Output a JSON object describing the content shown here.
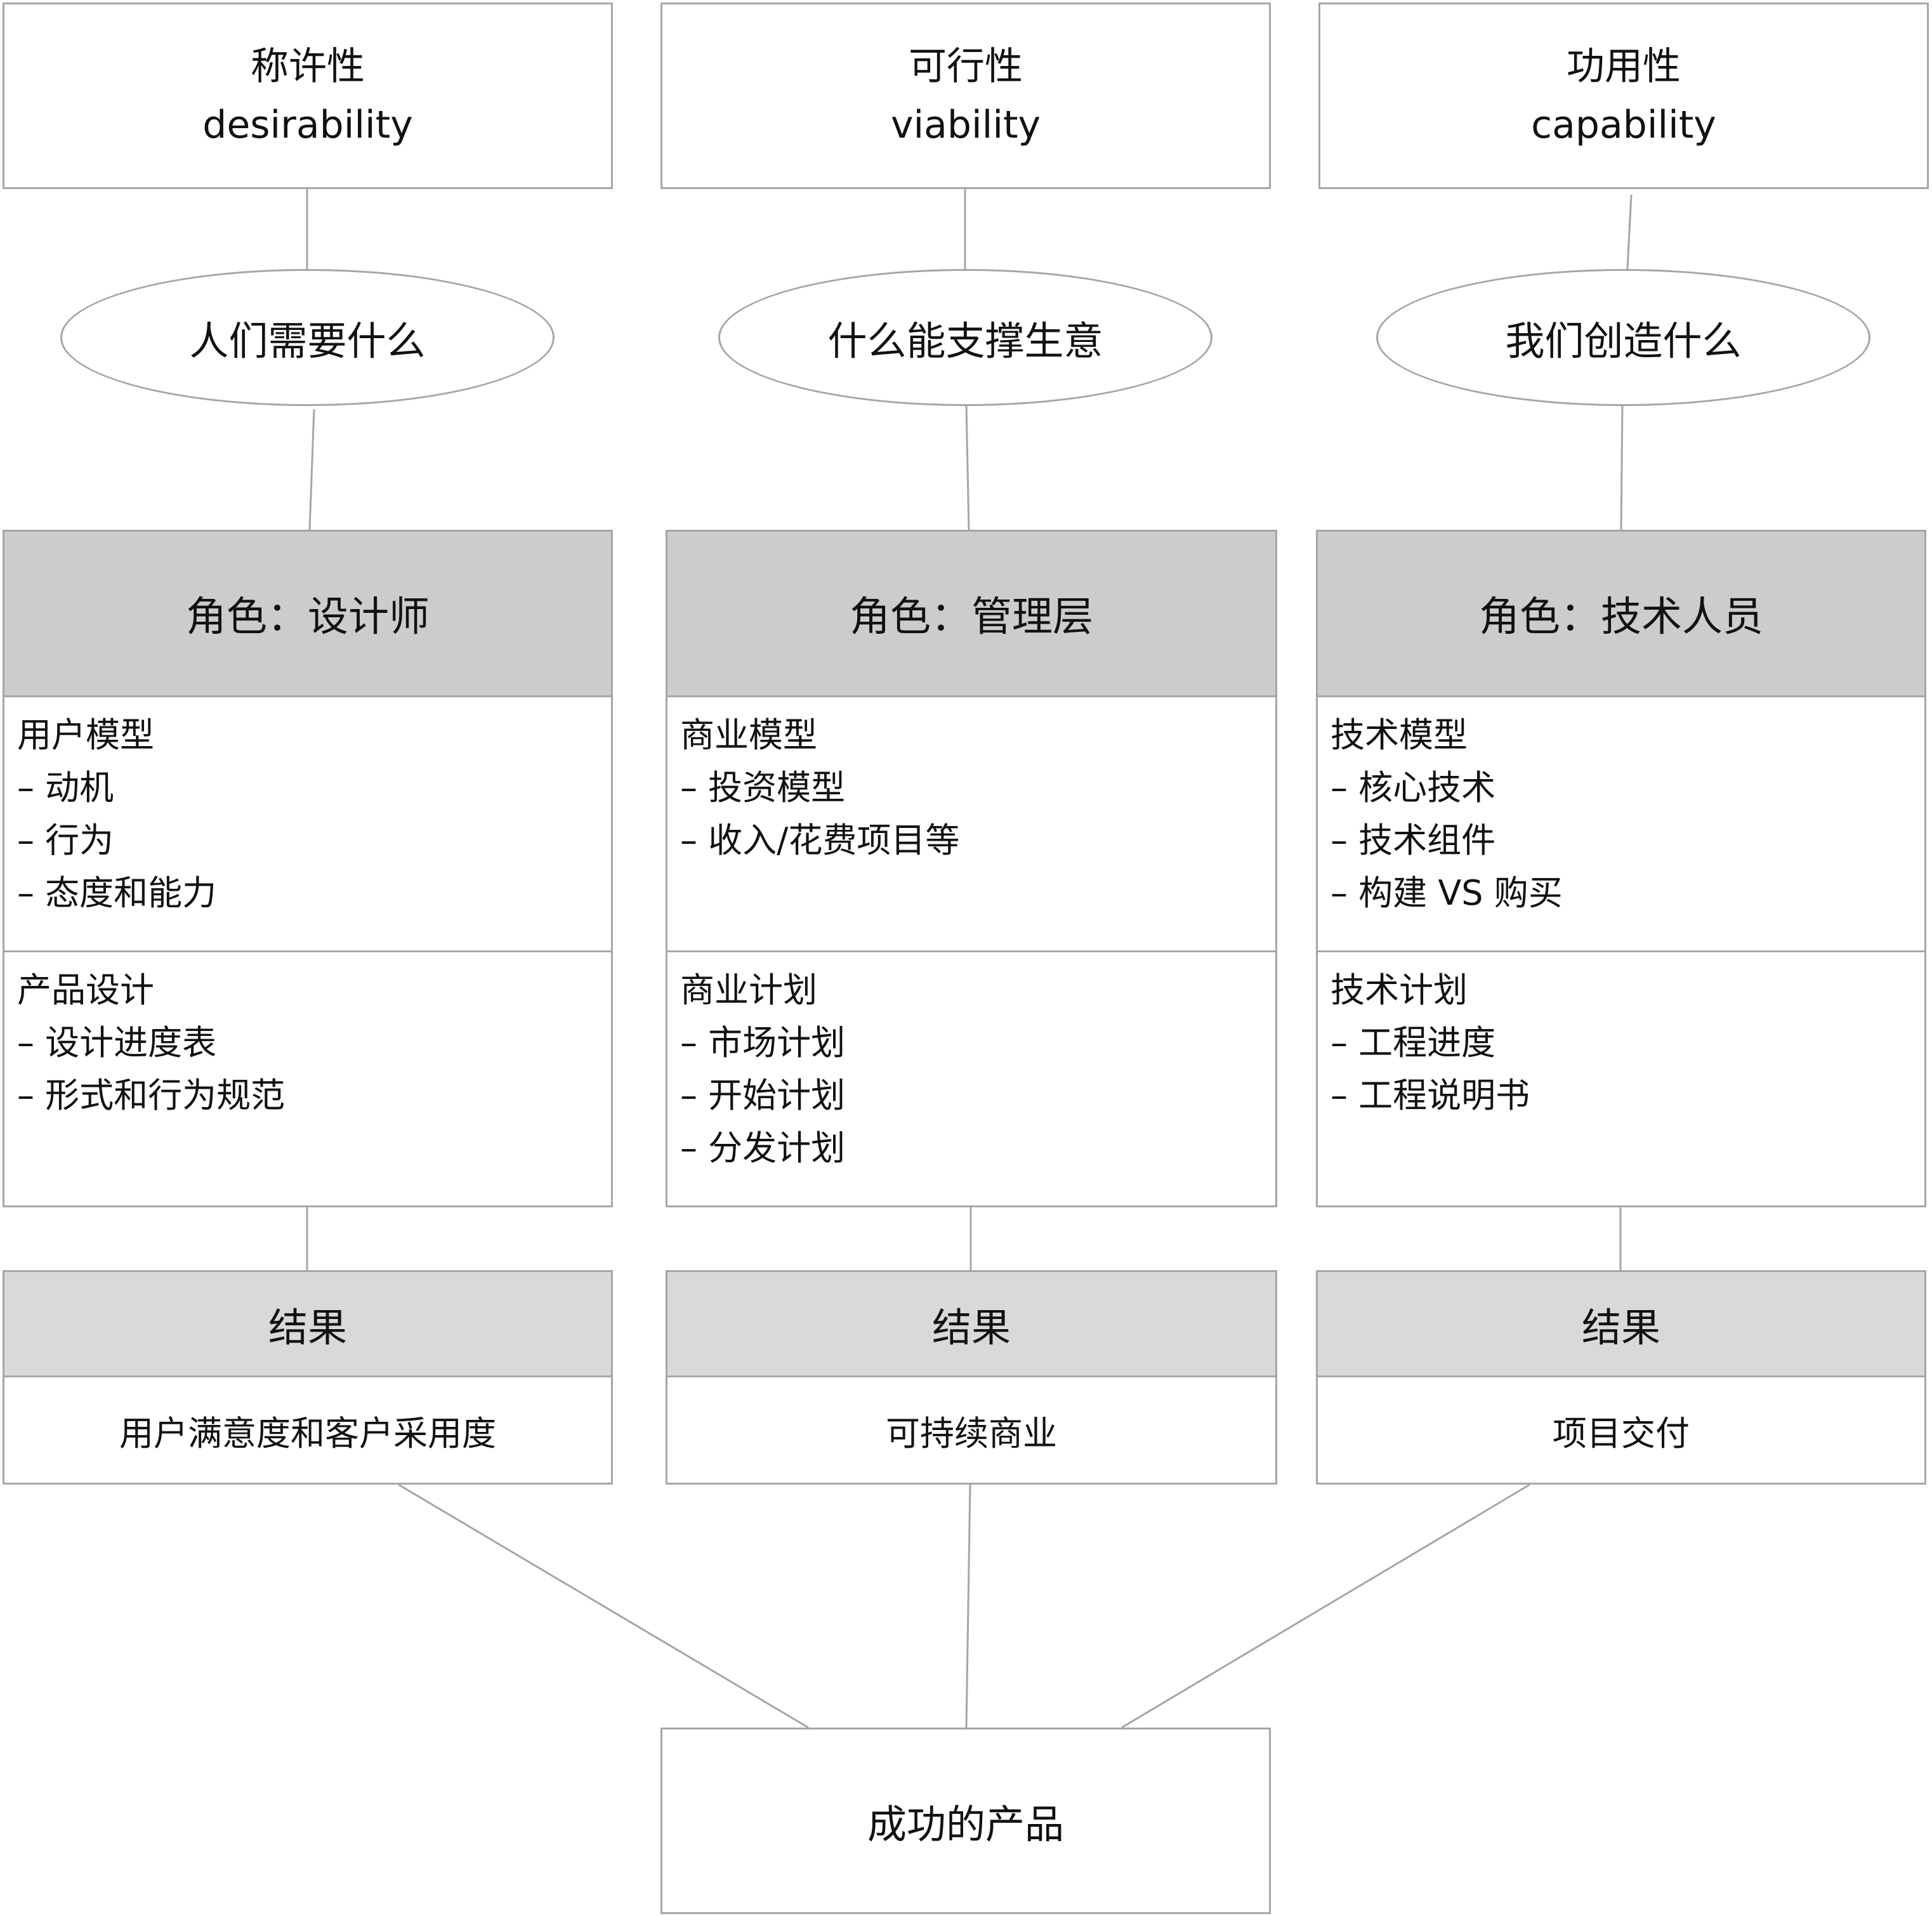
{
  "columns": [
    {
      "title_cn": "称许性",
      "title_en": "desirability",
      "question": "人们需要什么",
      "role": "角色：设计师",
      "sections": [
        {
          "heading": "用户模型",
          "items": [
            "– 动机",
            "– 行为",
            "– 态度和能力"
          ]
        },
        {
          "heading": "产品设计",
          "items": [
            "– 设计进度表",
            "– 形式和行为规范"
          ]
        }
      ],
      "result_label": "结果",
      "result": "用户满意度和客户采用度"
    },
    {
      "title_cn": "可行性",
      "title_en": "viability",
      "question": "什么能支撑生意",
      "role": "角色：管理层",
      "sections": [
        {
          "heading": "商业模型",
          "items": [
            "– 投资模型",
            "– 收入/花费项目等"
          ]
        },
        {
          "heading": "商业计划",
          "items": [
            "– 市场计划",
            "– 开始计划",
            "– 分发计划"
          ]
        }
      ],
      "result_label": "结果",
      "result": "可持续商业"
    },
    {
      "title_cn": "功用性",
      "title_en": "capability",
      "question": "我们创造什么",
      "role": "角色：技术人员",
      "sections": [
        {
          "heading": "技术模型",
          "items": [
            "– 核心技术",
            "– 技术组件",
            "– 构建 VS 购买"
          ]
        },
        {
          "heading": "技术计划",
          "items": [
            "– 工程进度",
            "– 工程说明书"
          ]
        }
      ],
      "result_label": "结果",
      "result": "项目交付"
    }
  ],
  "final": "成功的产品",
  "colors": {
    "border": "#a6a6a6",
    "role_header": "#cccccc",
    "result_header": "#d9d9d9"
  }
}
